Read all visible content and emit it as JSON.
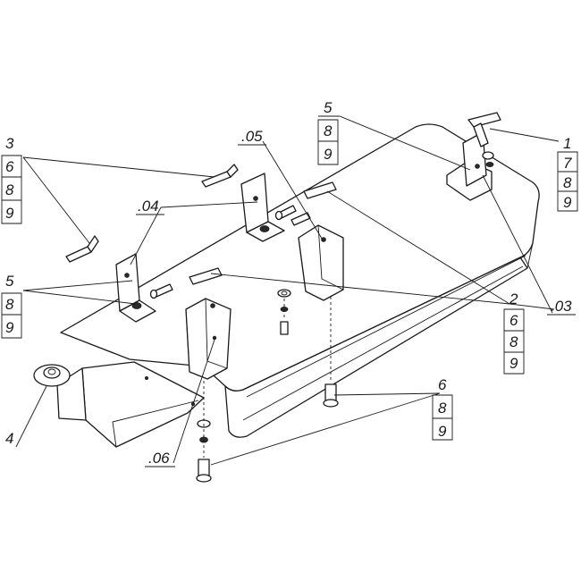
{
  "callouts": {
    "c1": [
      "1",
      "7",
      "8",
      "9"
    ],
    "c2": [
      "2",
      "6",
      "8",
      "9"
    ],
    "c3": [
      "3",
      "6",
      "8",
      "9"
    ],
    "c4": [
      "4"
    ],
    "c5a": [
      "5",
      "8",
      "9"
    ],
    "c5b": [
      "5",
      "8",
      "9"
    ],
    "c6": [
      "6",
      "8",
      "9"
    ],
    "ref03": ".03",
    "ref04": ".04",
    "ref05": ".05",
    "ref06": ".06"
  }
}
